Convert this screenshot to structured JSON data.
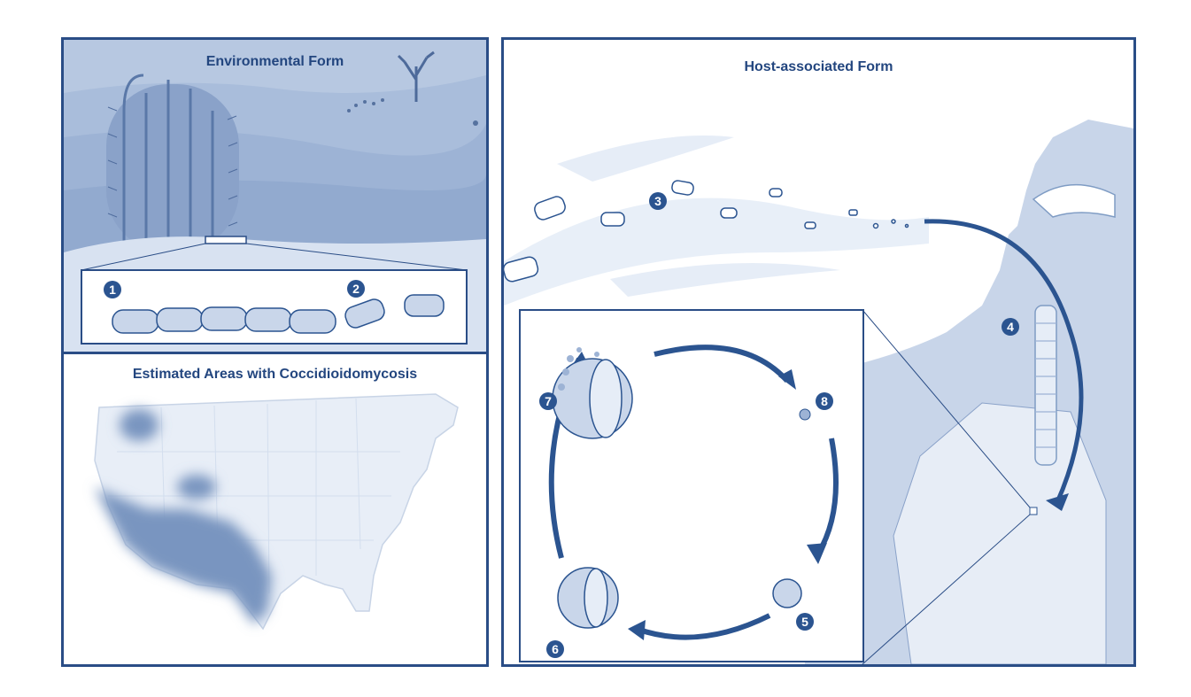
{
  "panels": {
    "environmental": {
      "title": "Environmental Form"
    },
    "map": {
      "title": "Estimated Areas with Coccidioidomycosis"
    },
    "host": {
      "title": "Host-associated Form"
    }
  },
  "steps": [
    "1",
    "2",
    "3",
    "4",
    "5",
    "6",
    "7",
    "8"
  ],
  "colors": {
    "border": "#2a4d86",
    "dark_blue": "#2b5490",
    "mid_blue": "#7f9cc4",
    "light_blue": "#c9d6ea",
    "pale_blue": "#e6edf7",
    "endemic": "#7995c0"
  }
}
